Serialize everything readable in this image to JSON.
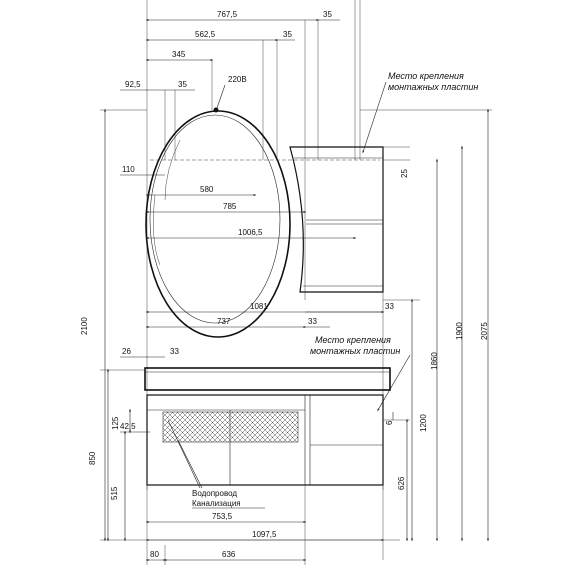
{
  "dimensions": {
    "top_total": "767,5",
    "top_35a": "35",
    "mirror_width": "562,5",
    "top_35b": "35",
    "d345": "345",
    "d92_5": "92,5",
    "d35_small": "35",
    "lamp": "220В",
    "d110": "110",
    "d580": "580",
    "d785": "785",
    "d1006_5": "1006,5",
    "d1081": "1081",
    "d737": "737",
    "d33a": "33",
    "d33b": "33",
    "d26": "26",
    "d33c": "33",
    "d42_5": "42,5",
    "d125": "125",
    "d753_5": "753,5",
    "d1097_5": "1097,5",
    "d80": "80",
    "d636": "636",
    "v2100": "2100",
    "v850": "850",
    "v515": "515",
    "v25": "25",
    "v6": "6",
    "v626": "626",
    "v1200": "1200",
    "v1860": "1860",
    "v1900": "1900",
    "v2075": "2075"
  },
  "notes": {
    "mount1_line1": "Место крепления",
    "mount1_line2": "монтажных пластин",
    "mount2_line1": "Место крепления",
    "mount2_line2": "монтажных пластин",
    "water": "Водопровод",
    "sewer": "Канализация"
  }
}
